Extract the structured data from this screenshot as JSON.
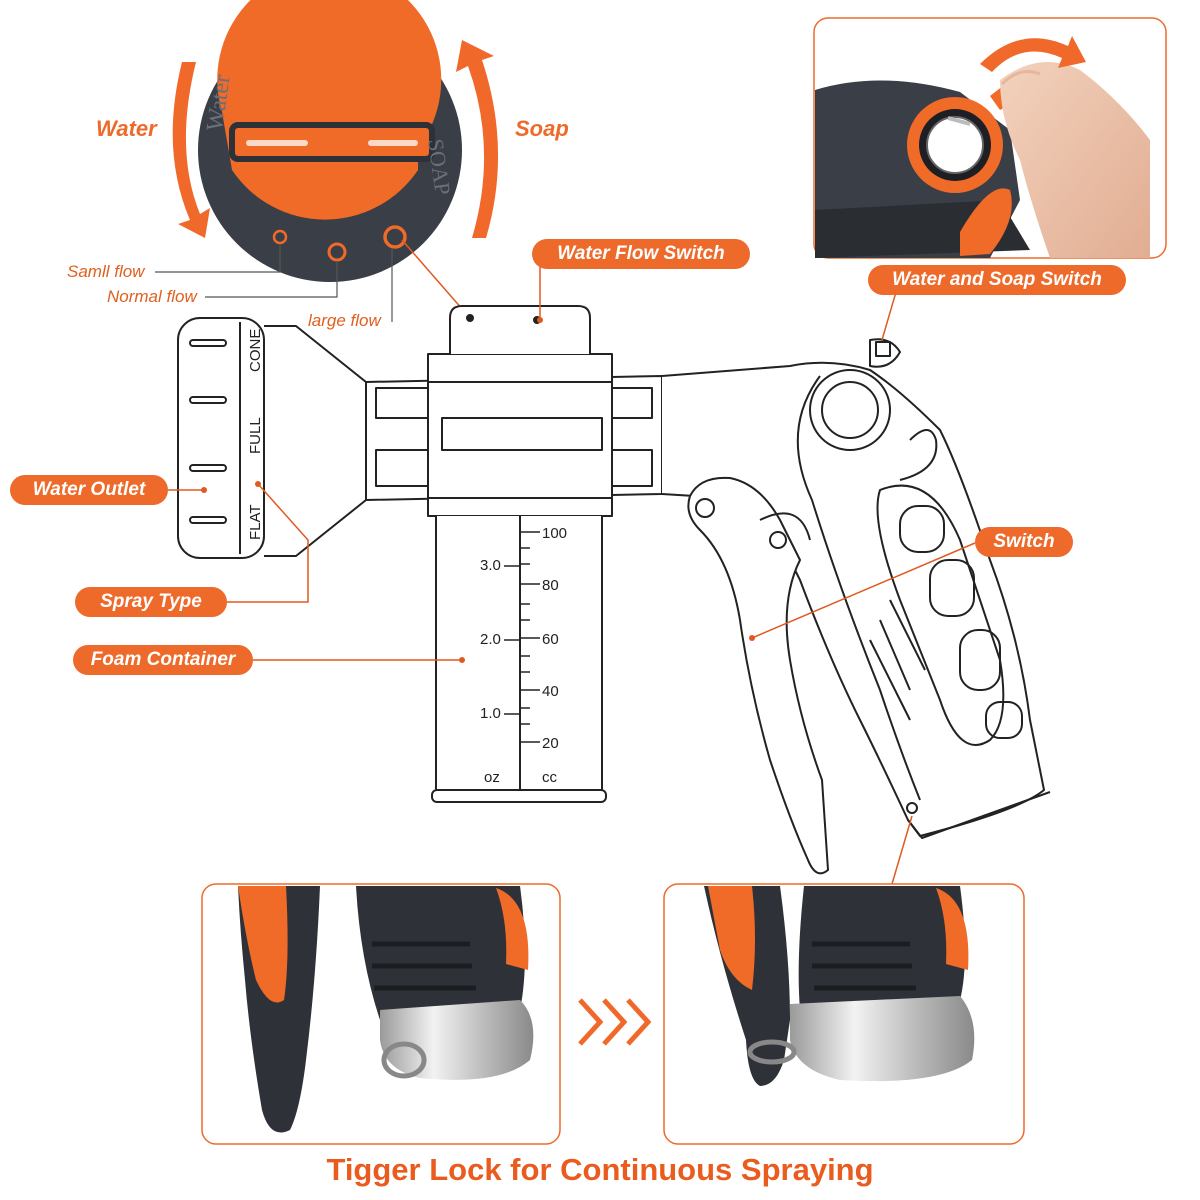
{
  "colors": {
    "accent": "#ee6a2a",
    "dark": "#3a3f47",
    "line": "#222222"
  },
  "dial": {
    "water_label": "Water",
    "soap_label": "Soap",
    "dial_text_water": "Water",
    "dial_text_soap": "SOAP",
    "flow_labels": {
      "small": "Samll flow",
      "normal": "Normal flow",
      "large": "large flow"
    }
  },
  "callouts": {
    "water_flow_switch": "Water Flow Switch",
    "water_soap_switch": "Water and Soap  Switch",
    "water_outlet": "Water Outlet",
    "spray_type": "Spray Type",
    "foam_container": "Foam Container",
    "switch": "Switch"
  },
  "nozzle": {
    "spray_modes": [
      "CONE",
      "FULL",
      "FLAT"
    ]
  },
  "container_scale": {
    "oz_ticks": [
      "3.0",
      "2.0",
      "1.0"
    ],
    "cc_ticks": [
      "100",
      "80",
      "60",
      "40",
      "20"
    ],
    "oz_unit": "oz",
    "cc_unit": "cc"
  },
  "caption": "Tigger Lock for Continuous Spraying"
}
